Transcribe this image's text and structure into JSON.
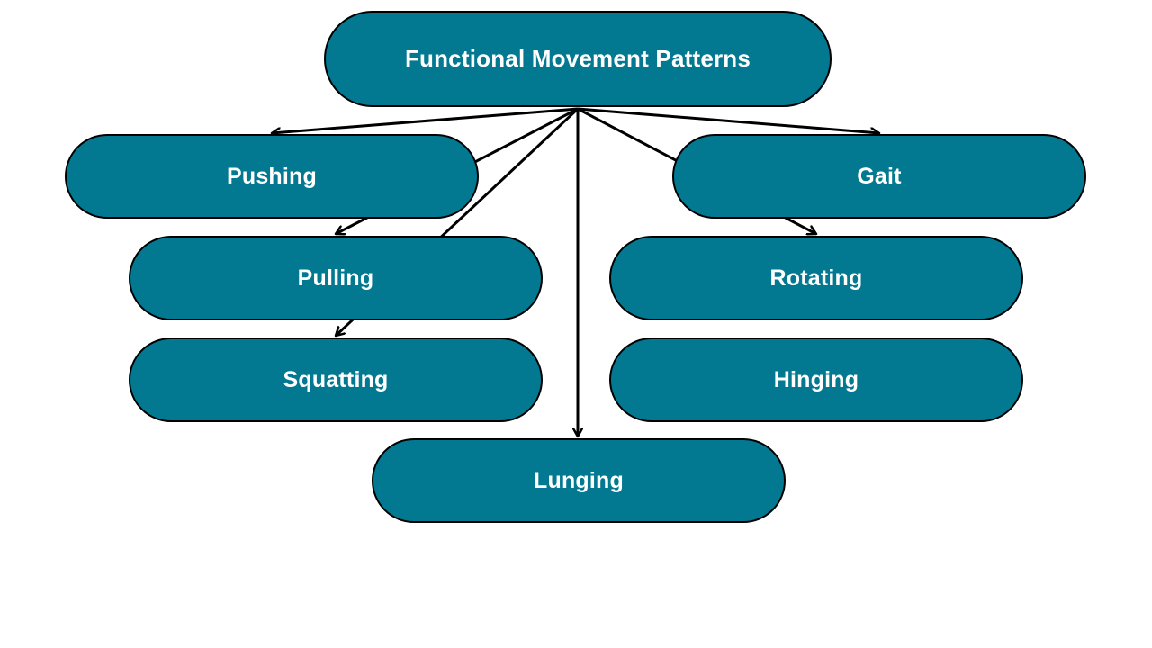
{
  "diagram": {
    "root": {
      "label": "Functional Movement Patterns"
    },
    "nodes": {
      "pushing": {
        "label": "Pushing"
      },
      "gait": {
        "label": "Gait"
      },
      "pulling": {
        "label": "Pulling"
      },
      "rotating": {
        "label": "Rotating"
      },
      "squatting": {
        "label": "Squatting"
      },
      "hinging": {
        "label": "Hinging"
      },
      "lunging": {
        "label": "Lunging"
      }
    },
    "edges": [
      {
        "from": "root",
        "to": "pushing"
      },
      {
        "from": "root",
        "to": "gait"
      },
      {
        "from": "root",
        "to": "pulling"
      },
      {
        "from": "root",
        "to": "rotating"
      },
      {
        "from": "root",
        "to": "squatting"
      },
      {
        "from": "root",
        "to": "lunging"
      }
    ],
    "colors": {
      "node_fill": "#027891",
      "node_border": "#000000",
      "node_text": "#ffffff",
      "connector": "#000000",
      "background": "#ffffff"
    }
  }
}
